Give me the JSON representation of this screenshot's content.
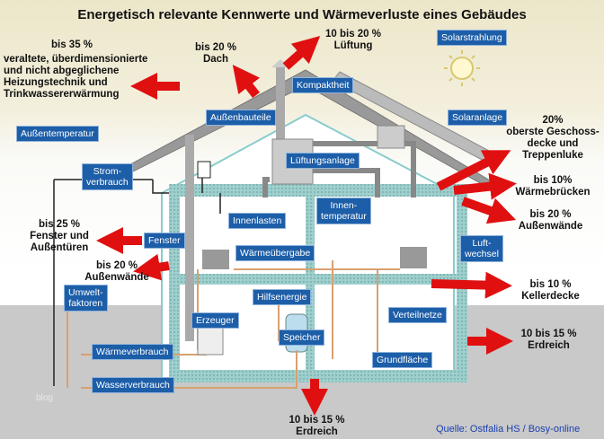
{
  "title": "Energetisch relevante Kennwerte und Wärmeverluste eines Gebäudes",
  "annotations": {
    "heating_pct": "bis 35 %",
    "heating_l1": "veraltete, überdimensionierte",
    "heating_l2": "und nicht abgeglichene",
    "heating_l3": "Heizungstechnik und",
    "heating_l4": "Trinkwassererwärmung",
    "roof_pct": "bis 20 %",
    "roof": "Dach",
    "vent_pct": "10 bis 20 %",
    "vent": "Lüftung",
    "ceiling_pct": "20%",
    "ceiling_l1": "oberste Geschoss-",
    "ceiling_l2": "decke und",
    "ceiling_l3": "Treppenluke",
    "bridges_pct": "bis 10%",
    "bridges": "Wärmebrücken",
    "walls_r_pct": "bis 20 %",
    "walls_r": "Außenwände",
    "windows_pct": "bis 25 %",
    "windows_l1": "Fenster und",
    "windows_l2": "Außentüren",
    "walls_l_pct": "bis 20 %",
    "walls_l": "Außenwände",
    "basement_pct": "bis 10 %",
    "basement": "Kellerdecke",
    "soil_r_pct": "10 bis 15 %",
    "soil_r": "Erdreich",
    "soil_b_pct": "10 bis 15 %",
    "soil_b": "Erdreich"
  },
  "labels": {
    "solarstrahlung": "Solarstrahlung",
    "kompaktheit": "Kompaktheit",
    "aussenbauteile": "Außenbauteile",
    "solaranlage": "Solaranlage",
    "aussentemperatur": "Außentemperatur",
    "lueftungsanlage": "Lüftungsanlage",
    "strom1": "Strom-",
    "strom2": "verbrauch",
    "innenlasten": "Innenlasten",
    "innen1": "Innen-",
    "innen2": "temperatur",
    "fenster": "Fenster",
    "waermeuebergabe": "Wärmeübergabe",
    "luft1": "Luft-",
    "luft2": "wechsel",
    "umwelt1": "Umwelt-",
    "umwelt2": "faktoren",
    "hilfsenergie": "Hilfsenergie",
    "erzeuger": "Erzeuger",
    "verteilnetze": "Verteilnetze",
    "speicher": "Speicher",
    "waermeverbrauch": "Wärmeverbrauch",
    "grundflaeche": "Grundfläche",
    "wasserverbrauch": "Wasserverbrauch"
  },
  "source": "Quelle: Ostfalia HS / Bosy-online",
  "watermark": "blog",
  "colors": {
    "arrow": "#e01010",
    "label": "#1d5ea8",
    "wall": "#9fd0cf",
    "pipe": "#d9a070"
  }
}
